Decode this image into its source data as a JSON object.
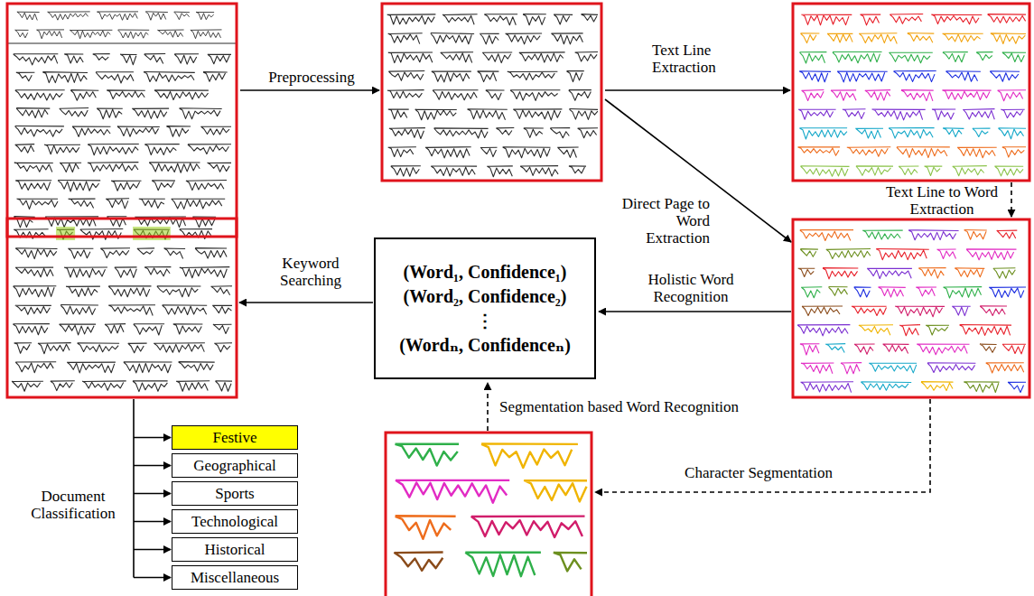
{
  "diagram": {
    "nodes": [
      {
        "text": [
          "(Word₁, Confidence₁)",
          "(Word₂, Confidence₂)",
          "⋮",
          "(Wordₙ, Confidenceₙ)"
        ]
      },
      {
        "text": [
          "Festive"
        ]
      },
      {
        "text": [
          "Geographical"
        ]
      },
      {
        "text": [
          "Sports"
        ]
      },
      {
        "text": [
          "Technological"
        ]
      },
      {
        "text": [
          "Historical"
        ]
      },
      {
        "text": [
          "Miscellaneous"
        ]
      }
    ],
    "labels": [
      "Preprocessing",
      "Text Line Extraction",
      "Text Line to Word Extraction",
      "Direct Page to Word Extraction",
      "Holistic Word Recognition",
      "Keyword Searching",
      "Segmentation based Word Recognition",
      "Character Segmentation",
      "Document Classification"
    ]
  }
}
